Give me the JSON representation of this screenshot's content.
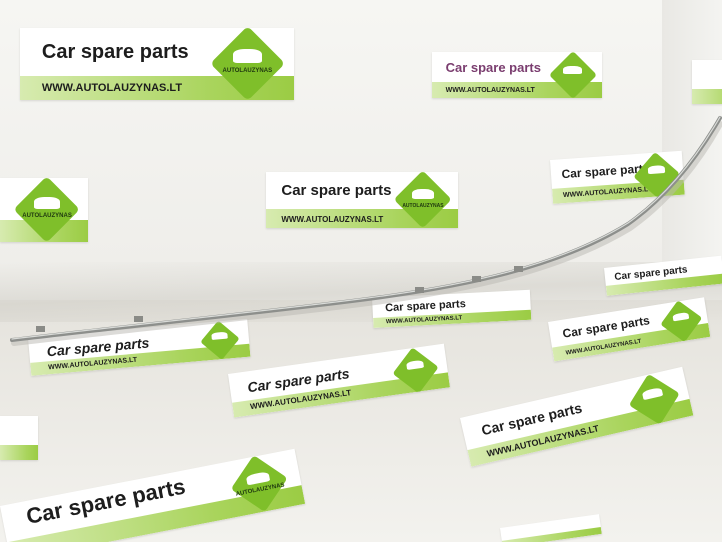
{
  "scene": {
    "description_text": {
      "title": "Car spare parts",
      "url": "WWW.AUTOLAUZYNAS.LT",
      "brand": "AUTOLAUZYNAS"
    },
    "colors": {
      "sticker_green": "#9bcc44",
      "logo_green": "#7fbf2a",
      "trim_metal": "#8d8f8c"
    }
  }
}
